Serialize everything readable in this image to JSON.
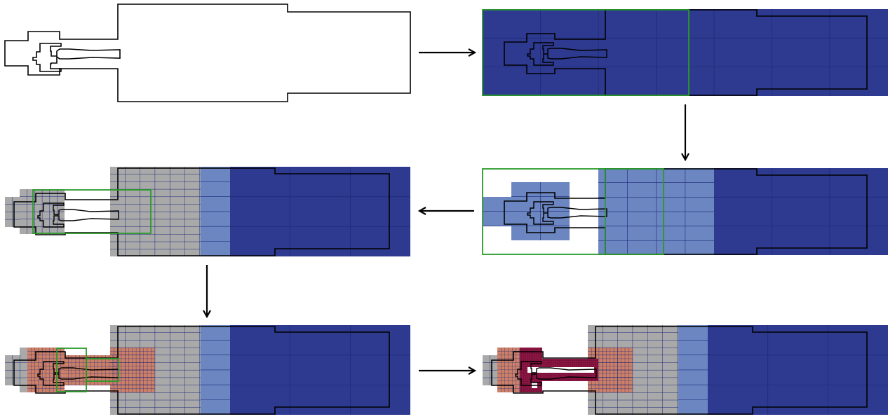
{
  "colors": {
    "level0": "#2d3a8f",
    "level1": "#6b86c0",
    "level2": "#a9a9a9",
    "level3": "#cc8068",
    "level4": "#8e1745",
    "grid": "#1e2a7a",
    "outline": "#000000",
    "window": "#2a9a2a",
    "background": "#ffffff"
  },
  "panels": [
    {
      "id": "geometry",
      "stage": 0
    },
    {
      "id": "refinement-1",
      "stage": 1
    },
    {
      "id": "refinement-2",
      "stage": 2
    },
    {
      "id": "refinement-3",
      "stage": 3
    },
    {
      "id": "refinement-4",
      "stage": 4
    },
    {
      "id": "final-mesh",
      "stage": 5
    }
  ],
  "flow": [
    {
      "from": "geometry",
      "to": "refinement-1",
      "direction": "right"
    },
    {
      "from": "refinement-1",
      "to": "refinement-2",
      "direction": "down"
    },
    {
      "from": "refinement-2",
      "to": "refinement-3",
      "direction": "left"
    },
    {
      "from": "refinement-3",
      "to": "refinement-4",
      "direction": "down"
    },
    {
      "from": "refinement-4",
      "to": "final-mesh",
      "direction": "right"
    }
  ]
}
